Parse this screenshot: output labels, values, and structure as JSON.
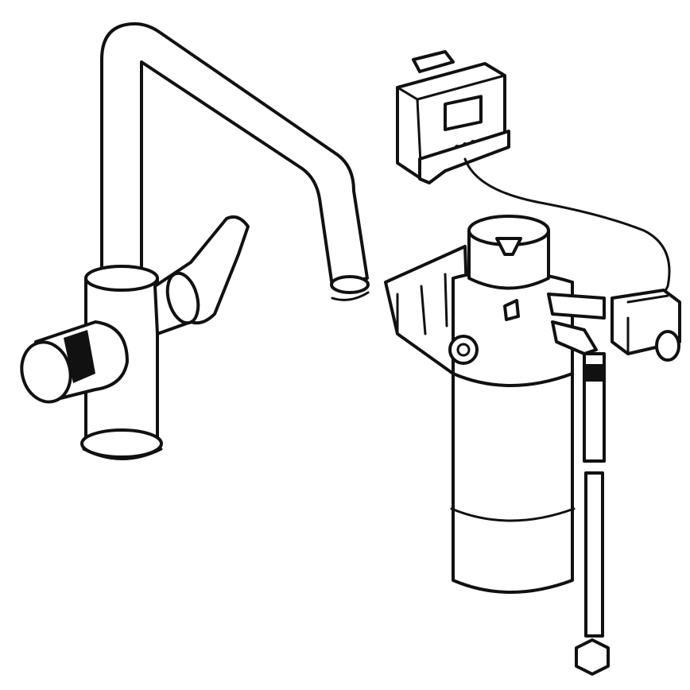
{
  "illustration": {
    "subject": [
      "faucet",
      "filter-cartridge",
      "controller-unit",
      "valve",
      "hose"
    ],
    "colors": {
      "line": "#111111",
      "background": "#ffffff"
    }
  }
}
